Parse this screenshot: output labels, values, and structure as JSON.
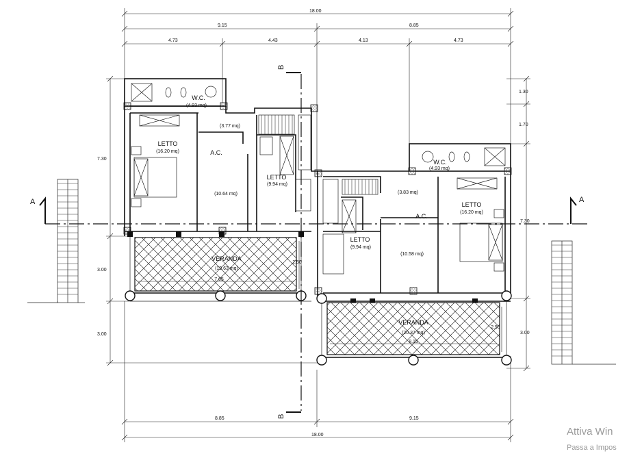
{
  "dimensions": {
    "top_total": "18.00",
    "top_left": "9.15",
    "top_right": "8.85",
    "top_sub_1": "4.73",
    "top_sub_2": "4.43",
    "top_sub_3": "4.13",
    "top_sub_4": "4.73",
    "bottom_left": "8.85",
    "bottom_right": "9.15",
    "bottom_total": "18.00",
    "left_total": "7.30",
    "left_veranda": "3.00",
    "left_lower": "3.00",
    "right_1": "1.30",
    "right_2": "1.70",
    "right_total": "7.30",
    "right_veranda": "3.00",
    "veranda_left_width": "7.65",
    "veranda_left_depth": "2.50",
    "veranda_right_width": "8.15",
    "veranda_right_depth": "2.50"
  },
  "rooms": {
    "wc_left": {
      "name": "W.C.",
      "area": "(4.93 mq)"
    },
    "corridor_left": {
      "area": "(3.77 mq)"
    },
    "letto_left_big": {
      "name": "LETTO",
      "area": "(16.20 mq)"
    },
    "ac_left": {
      "name": "A.C.",
      "area": "(10.64 mq)"
    },
    "letto_left_small": {
      "name": "LETTO",
      "area": "(9.94 mq)"
    },
    "veranda_left": {
      "name": "VERANDA",
      "area": "(19.63 mq)"
    },
    "wc_right": {
      "name": "W.C.",
      "area": "(4.93 mq)"
    },
    "corridor_right": {
      "area": "(3.83 mq)"
    },
    "letto_right_big": {
      "name": "LETTO",
      "area": "(16.20 mq)"
    },
    "ac_right": {
      "name": "A.C.",
      "area": "(10.58 mq)"
    },
    "letto_right_small": {
      "name": "LETTO",
      "area": "(9.94 mq)"
    },
    "veranda_right": {
      "name": "VERANDA",
      "area": "(20.37 mq)"
    }
  },
  "sections": {
    "a_left": "A",
    "a_right": "A",
    "b_top": "B",
    "b_bottom": "B"
  },
  "watermark": {
    "line1": "Attiva Win",
    "line2": "Passa a Impos"
  }
}
